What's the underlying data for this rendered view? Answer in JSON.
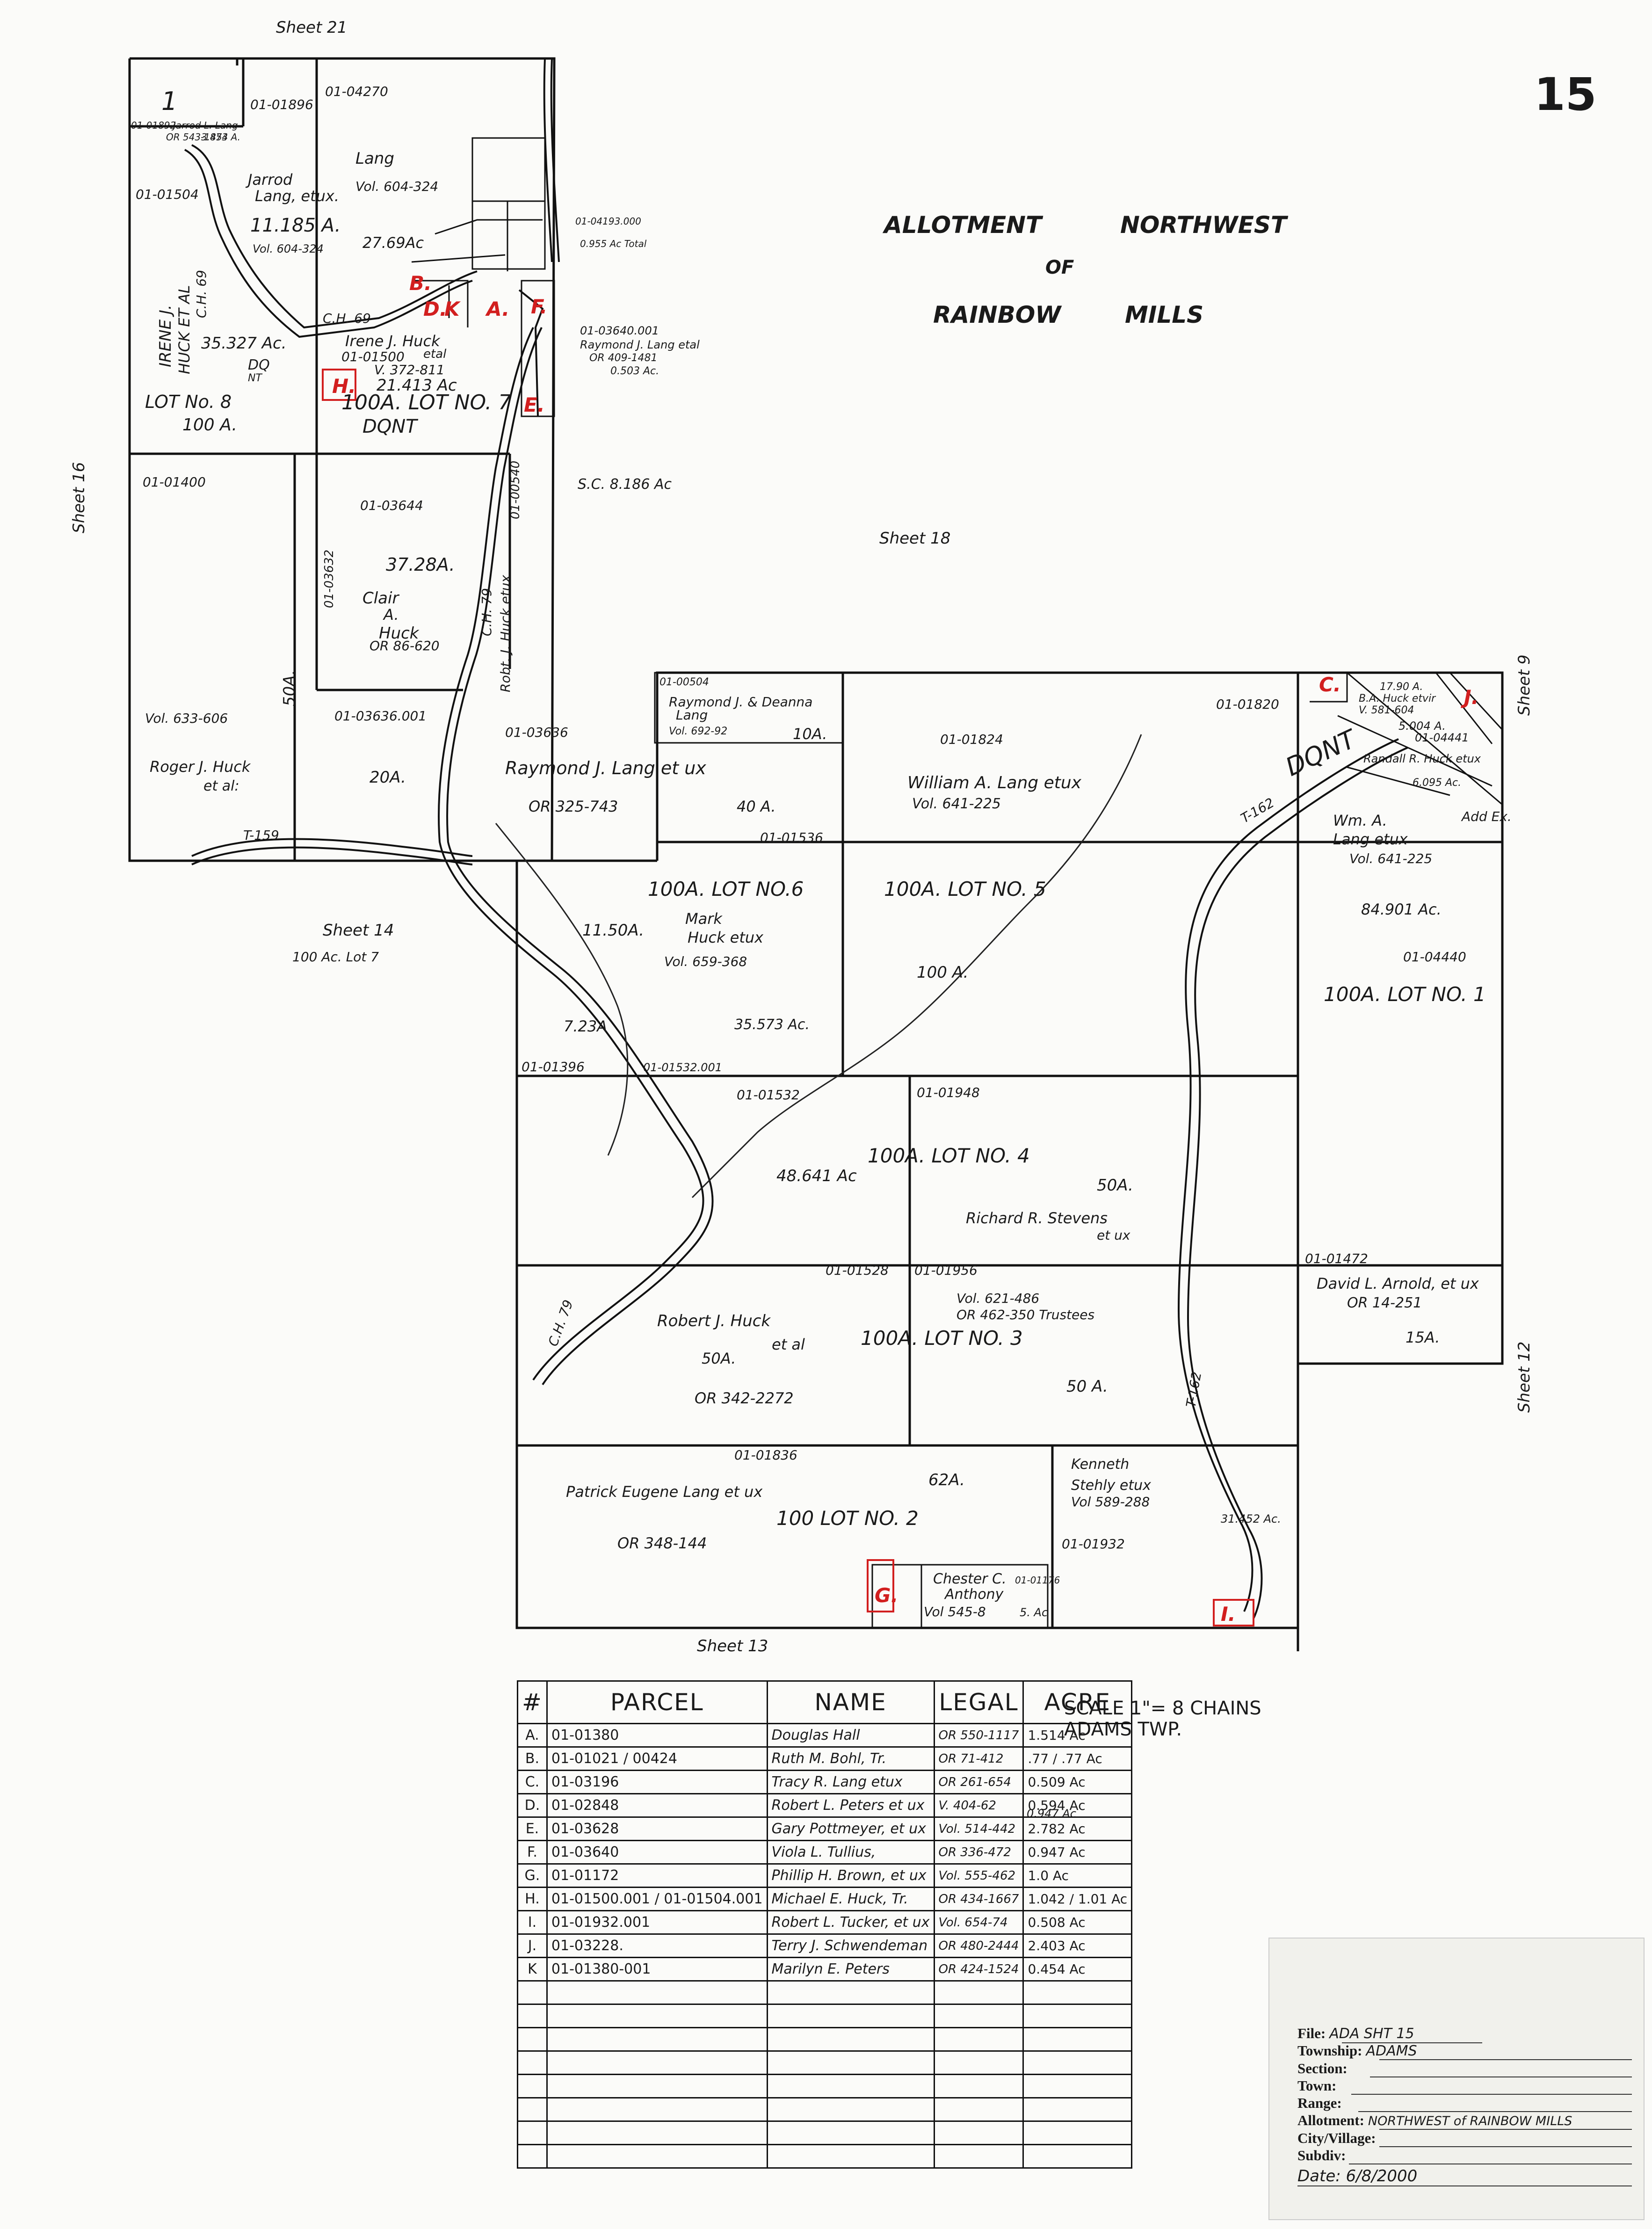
{
  "sheet_number": "15",
  "title": [
    "ALLOTMENT",
    "NORTHWEST",
    "OF",
    "RAINBOW",
    "MILLS"
  ],
  "sheet_refs": {
    "top": "Sheet 21",
    "left": "Sheet 16",
    "middle": "Sheet 18",
    "right_top": "Sheet 9",
    "right_bottom": "Sheet 12",
    "bottom": "Sheet 13",
    "left_lower": "Sheet 14",
    "left_lower_note": "100 Ac. Lot 7"
  },
  "scale": {
    "line1": "SCALE 1\"= 8 CHAINS",
    "line2": "ADAMS TWP."
  },
  "lots": {
    "lot8": "LOT No. 8",
    "lot8_acres": "100 A.",
    "lot7": "100A. LOT NO. 7",
    "lot6": "100A. LOT NO.6",
    "lot5": "100A. LOT NO. 5",
    "lot4": "100A. LOT NO. 4",
    "lot3": "100A. LOT NO. 3",
    "lot2": "100 LOT NO. 2",
    "lot1": "100A. LOT NO. 1"
  },
  "parcels": {
    "p1": {
      "no": "1",
      "id": "01-01892",
      "owner": "Jarrod L. Lang",
      "deed": "OR 543-1853",
      "acres": "3.474 A."
    },
    "p_01896": "01-01896",
    "p_04270": {
      "id": "01-04270",
      "owner": "Lang",
      "deed": "Vol. 604-324",
      "acres": "27.69Ac"
    },
    "p_01504": {
      "id": "01-01504",
      "owner1": "Jarrod",
      "owner2": "Lang, etux.",
      "acres": "11.185 A.",
      "deed": "Vol. 604-324"
    },
    "irene_lot8": {
      "owner1": "IRENE J.",
      "owner2": "HUCK ET AL",
      "acres": "35.327 Ac.",
      "dq": "DQ",
      "nt": "NT"
    },
    "p_01500": {
      "id": "01-01500",
      "owner": "Irene J. Huck",
      "etal": "etal",
      "deed": "V. 372-811",
      "acres": "21.413 Ac",
      "dont": "DQNT"
    },
    "p_03640_001": {
      "id": "01-03640.001",
      "owner": "Raymond J. Lang etal",
      "deed": "OR 409-1481",
      "acres": "0.503 Ac."
    },
    "p_04193": {
      "id": "01-04193.000",
      "acres": "0.955 Ac Total"
    },
    "p_01400": "01-01400",
    "p_03644": {
      "id": "01-03644",
      "acres": "37.28A.",
      "owner1": "Clair",
      "owner2": "A.",
      "owner3": "Huck",
      "deed": "OR 86-620"
    },
    "sc_note": "S.C. 8.186 Ac",
    "robt_huck": "Robt. J. Huck etux",
    "p_03632": "01-03632",
    "p_00540": "01-00540",
    "roger_huck": {
      "deed": "Vol. 633-606",
      "acres": "50A.",
      "owner1": "Roger J. Huck",
      "owner2": "et al:",
      "acres2": "20A."
    },
    "p_03636_001": "01-03636.001",
    "p_03636": {
      "id": "01-03636",
      "owner": "Raymond J. Lang et ux",
      "deed": "OR 325-743",
      "acres": "40 A."
    },
    "p_00504": {
      "id": "01-00504",
      "owner1": "Raymond J. & Deanna",
      "owner2": "Lang",
      "deed": "Vol. 692-92",
      "acres": "10A."
    },
    "p_01824": {
      "id": "01-01824",
      "owner": "William A. Lang etux",
      "deed": "Vol. 641-225",
      "acres": "100 A."
    },
    "p_01536": {
      "id": "01-01536",
      "owner1": "Mark",
      "owner2": "Huck etux",
      "deed": "Vol. 659-368",
      "acres": "35.573 Ac.",
      "acres_small": "11.50A.",
      "acres_723": "7.23A"
    },
    "p_01820": "01-01820",
    "p_04441": {
      "id": "01-04441",
      "owner": "Randall R. Huck etux",
      "acres": "5.004 A.",
      "acres2": "6.095 Ac."
    },
    "p_04440": {
      "id": "01-04440",
      "owner1": "Wm. A.",
      "owner2": "Lang etux",
      "deed": "Vol. 641-225",
      "acres": "84.901 Ac."
    },
    "ba_huck": {
      "acres": "17.90 A.",
      "owner": "B.A. Huck etvir",
      "deed": "V. 581-604"
    },
    "dont_note": "DQNT",
    "p_01396": "01-01396",
    "p_01532": {
      "id": "01-01532",
      "id001": "01-01532.001",
      "acres": "48.641 Ac"
    },
    "p_01948": {
      "id": "01-01948",
      "owner1": "Richard R. Stevens",
      "owner2": "et ux",
      "acres": "50A."
    },
    "p_01528": {
      "id": "01-01528",
      "owner1": "Robert J. Huck",
      "owner2": "et al",
      "acres": "50A.",
      "deed": "OR 342-2272"
    },
    "p_01956": {
      "id": "01-01956",
      "deed1": "Vol. 621-486",
      "deed2": "OR 462-350 Trustees",
      "acres": "50 A."
    },
    "p_01472": {
      "id": "01-01472",
      "owner": "David L. Arnold, et ux",
      "deed": "OR 14-251",
      "acres": "15A."
    },
    "p_01836": {
      "id": "01-01836",
      "owner": "Patrick Eugene Lang et ux",
      "deed": "OR 348-144",
      "acres": "62A."
    },
    "p_01176": {
      "id": "01-01176",
      "owner1": "Chester C.",
      "owner2": "Anthony",
      "deed": "Vol 545-8",
      "acres": "5. Ac"
    },
    "stehly": {
      "owner1": "Kenneth",
      "owner2": "Stehly etux",
      "deed": "Vol 589-288",
      "acres": "31.452 Ac.",
      "id": "01-01932"
    },
    "margin_note": "0.947 Ac",
    "add_ex": "Add Ex."
  },
  "roads": {
    "ch69": "C.H. 69",
    "ch79": "C.H. 79",
    "t159": "T-159",
    "t162": "T-162"
  },
  "red_labels": [
    "A.",
    "B.",
    "C.",
    "D.",
    "K",
    "E.",
    "F.",
    "G.",
    "H.",
    "I.",
    "J."
  ],
  "table": {
    "headers": [
      "#",
      "PARCEL",
      "NAME",
      "LEGAL",
      "ACRE"
    ],
    "rows": [
      [
        "A.",
        "01-01380",
        "Douglas Hall",
        "OR 550-1117",
        "1.514 Ac"
      ],
      [
        "B.",
        "01-01021 / 00424",
        "Ruth M. Bohl, Tr.",
        "OR 71-412",
        ".77 / .77 Ac"
      ],
      [
        "C.",
        "01-03196",
        "Tracy R. Lang etux",
        "OR 261-654",
        "0.509 Ac"
      ],
      [
        "D.",
        "01-02848",
        "Robert L. Peters et ux",
        "V. 404-62",
        "0.594 Ac"
      ],
      [
        "E.",
        "01-03628",
        "Gary Pottmeyer, et ux",
        "Vol. 514-442",
        "2.782 Ac"
      ],
      [
        "F.",
        "01-03640",
        "Viola L. Tullius,",
        "OR 336-472",
        "0.947 Ac"
      ],
      [
        "G.",
        "01-01172",
        "Phillip H. Brown, et ux",
        "Vol. 555-462",
        "1.0 Ac"
      ],
      [
        "H.",
        "01-01500.001 / 01-01504.001",
        "Michael E. Huck, Tr.",
        "OR 434-1667",
        "1.042 / 1.01 Ac"
      ],
      [
        "I.",
        "01-01932.001",
        "Robert L. Tucker, et ux",
        "Vol. 654-74",
        "0.508 Ac"
      ],
      [
        "J.",
        "01-03228.",
        "Terry J. Schwendeman",
        "OR 480-2444",
        "2.403 Ac"
      ],
      [
        "K",
        "01-01380-001",
        "Marilyn E. Peters",
        "OR 424-1524",
        "0.454 Ac"
      ],
      [
        "",
        "",
        "",
        "",
        ""
      ],
      [
        "",
        "",
        "",
        "",
        ""
      ],
      [
        "",
        "",
        "",
        "",
        ""
      ],
      [
        "",
        "",
        "",
        "",
        ""
      ],
      [
        "",
        "",
        "",
        "",
        ""
      ],
      [
        "",
        "",
        "",
        "",
        ""
      ],
      [
        "",
        "",
        "",
        "",
        ""
      ],
      [
        "",
        "",
        "",
        "",
        ""
      ]
    ]
  },
  "file_card": {
    "file_label": "File:",
    "file_value": "ADA SHT 15",
    "township_label": "Township:",
    "township_value": "ADAMS",
    "section_label": "Section:",
    "town_label": "Town:",
    "range_label": "Range:",
    "allotment_label": "Allotment:",
    "allotment_value": "NORTHWEST of RAINBOW MILLS",
    "city_label": "City/Village:",
    "subdiv_label": "Subdiv:",
    "date_value": "Date: 6/8/2000"
  }
}
